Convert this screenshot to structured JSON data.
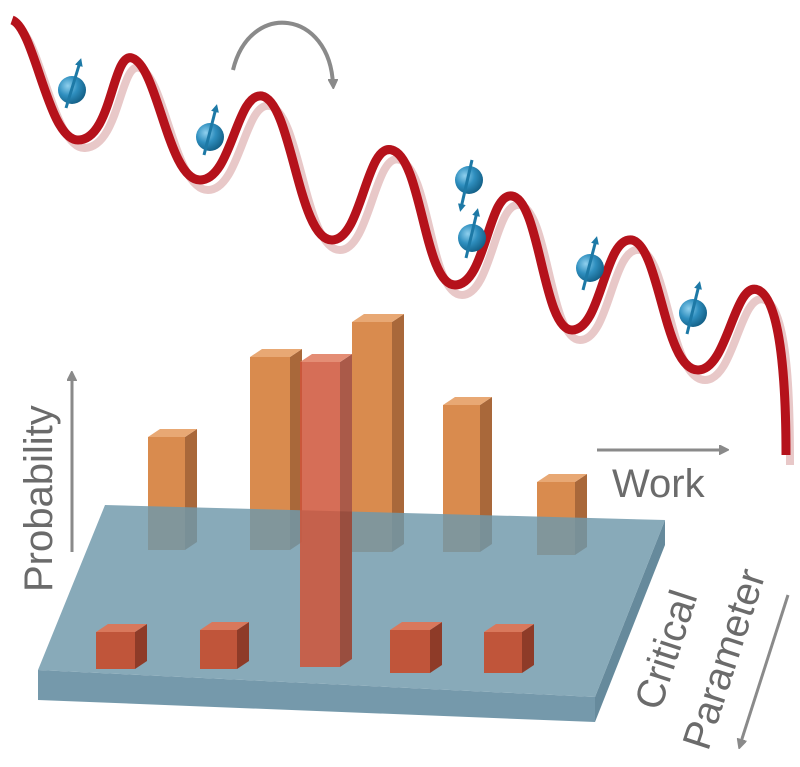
{
  "labels": {
    "probability": "Probability",
    "work": "Work",
    "critical": "Critical",
    "parameter": "Parameter"
  },
  "colors": {
    "ribbon": "#b5121b",
    "ribbon_shadow": "#e8c8c8",
    "spin": "#2f8fbf",
    "plate": "#6f98ab",
    "orange_bar": "#d98b4e",
    "red_bar": "#c8553a",
    "arrow": "#8a8a8a"
  }
}
